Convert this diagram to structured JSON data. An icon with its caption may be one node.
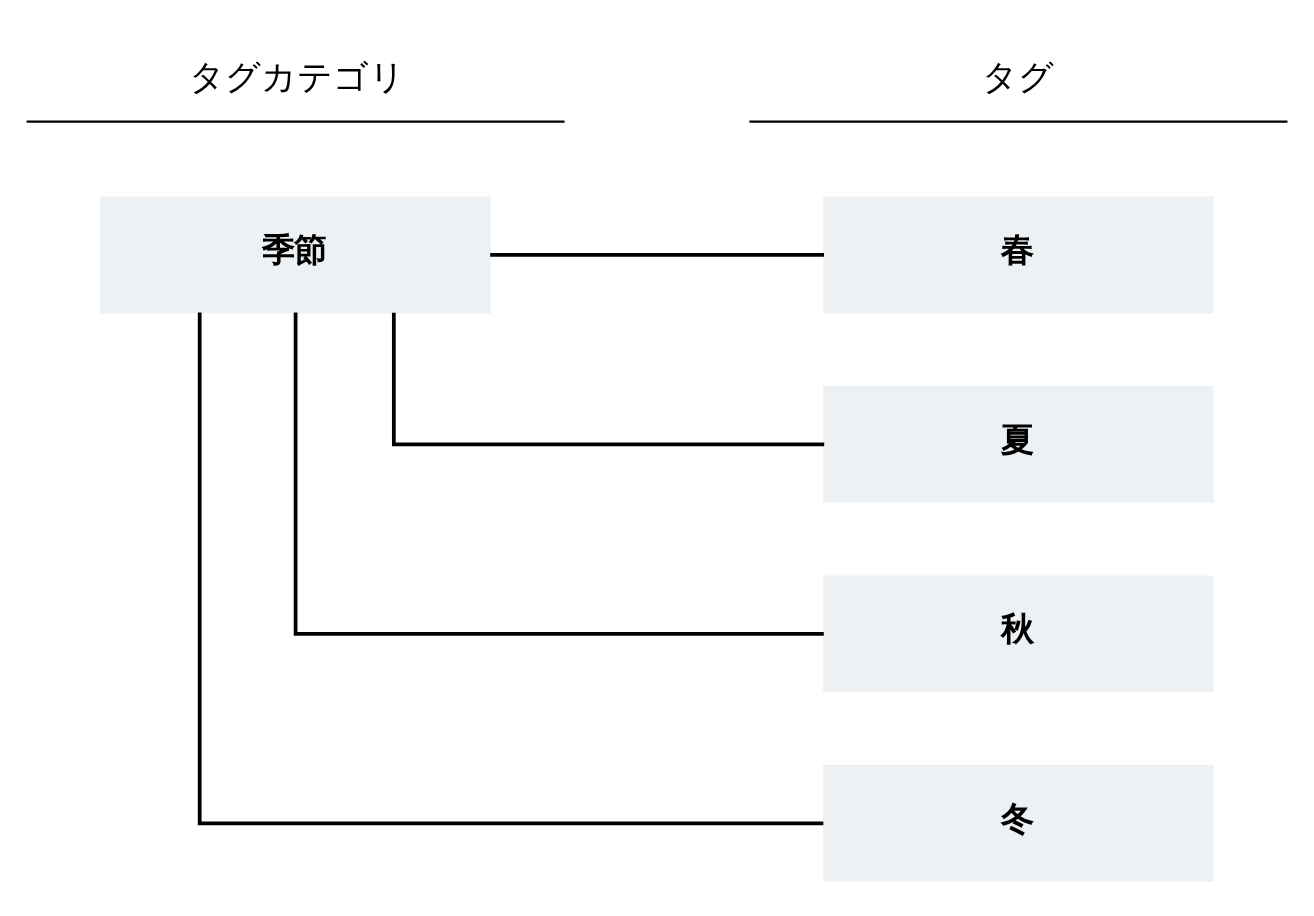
{
  "diagram": {
    "nodes": [
      {
        "text": [
          "季節"
        ]
      },
      {
        "text": [
          "春"
        ]
      },
      {
        "text": [
          "夏"
        ]
      },
      {
        "text": [
          "秋"
        ]
      },
      {
        "text": [
          "冬"
        ]
      }
    ],
    "edges": [
      {
        "from": 0,
        "to": 1,
        "arrow": "none"
      },
      {
        "from": 0,
        "to": 2,
        "arrow": "none"
      },
      {
        "from": 0,
        "to": 3,
        "arrow": "none"
      },
      {
        "from": 0,
        "to": 4,
        "arrow": "none"
      }
    ],
    "labels": [
      "タグカテゴリ",
      "タグ"
    ]
  }
}
